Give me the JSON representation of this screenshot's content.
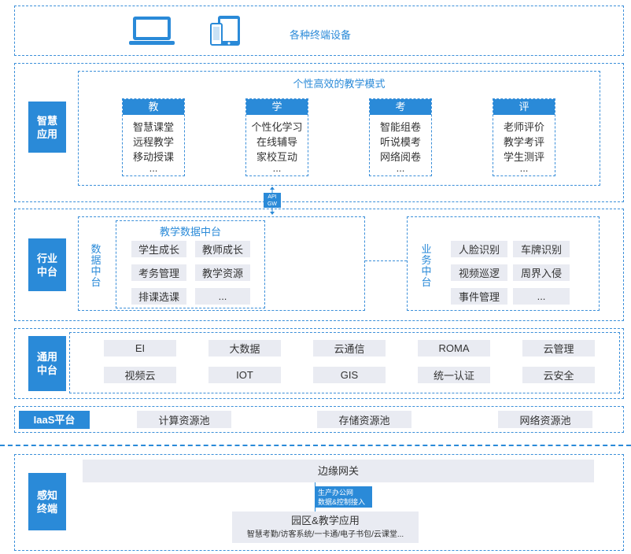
{
  "devices": {
    "label": "各种终端设备"
  },
  "smart_app": {
    "label_line1": "智慧",
    "label_line2": "应用",
    "title": "个性高效的教学模式",
    "categories": [
      {
        "head": "教",
        "items": [
          "智慧课堂",
          "远程教学",
          "移动授课",
          "..."
        ]
      },
      {
        "head": "学",
        "items": [
          "个性化学习",
          "在线辅导",
          "家校互动",
          "..."
        ]
      },
      {
        "head": "考",
        "items": [
          "智能组卷",
          "听说模考",
          "网络阅卷",
          "..."
        ]
      },
      {
        "head": "评",
        "items": [
          "老师评价",
          "教学考评",
          "学生测评",
          "..."
        ]
      }
    ],
    "api_gw_line1": "API",
    "api_gw_line2": "GW"
  },
  "industry": {
    "label_line1": "行业",
    "label_line2": "中台",
    "data_center": {
      "v1": "数",
      "v2": "据",
      "v3": "中",
      "v4": "台",
      "title": "教学数据中台",
      "items": [
        "学生成长",
        "教师成长",
        "考务管理",
        "教学资源",
        "排课选课",
        "..."
      ]
    },
    "business_center": {
      "v1": "业",
      "v2": "务",
      "v3": "中",
      "v4": "台",
      "items": [
        "人脸识别",
        "车牌识别",
        "视频巡逻",
        "周界入侵",
        "事件管理",
        "..."
      ]
    }
  },
  "general": {
    "label_line1": "通用",
    "label_line2": "中台",
    "items": [
      "EI",
      "大数据",
      "云通信",
      "ROMA",
      "云管理",
      "视频云",
      "IOT",
      "GIS",
      "统一认证",
      "云安全"
    ]
  },
  "iaas": {
    "label": "IaaS平台",
    "items": [
      "计算资源池",
      "存储资源池",
      "网络资源池"
    ]
  },
  "sensing": {
    "label_line1": "感知",
    "label_line2": "终端",
    "edge_gateway": "边缘网关",
    "link_line1": "生产办公网",
    "link_line2": "数据&控制接入",
    "campus_title": "园区&教学应用",
    "campus_sub": "智慧考勤/访客系统/一卡通/电子书包/云课堂..."
  },
  "colors": {
    "accent": "#2a8ad8",
    "pill_bg": "#e9ebf2",
    "dash": "#3b8fd9"
  }
}
